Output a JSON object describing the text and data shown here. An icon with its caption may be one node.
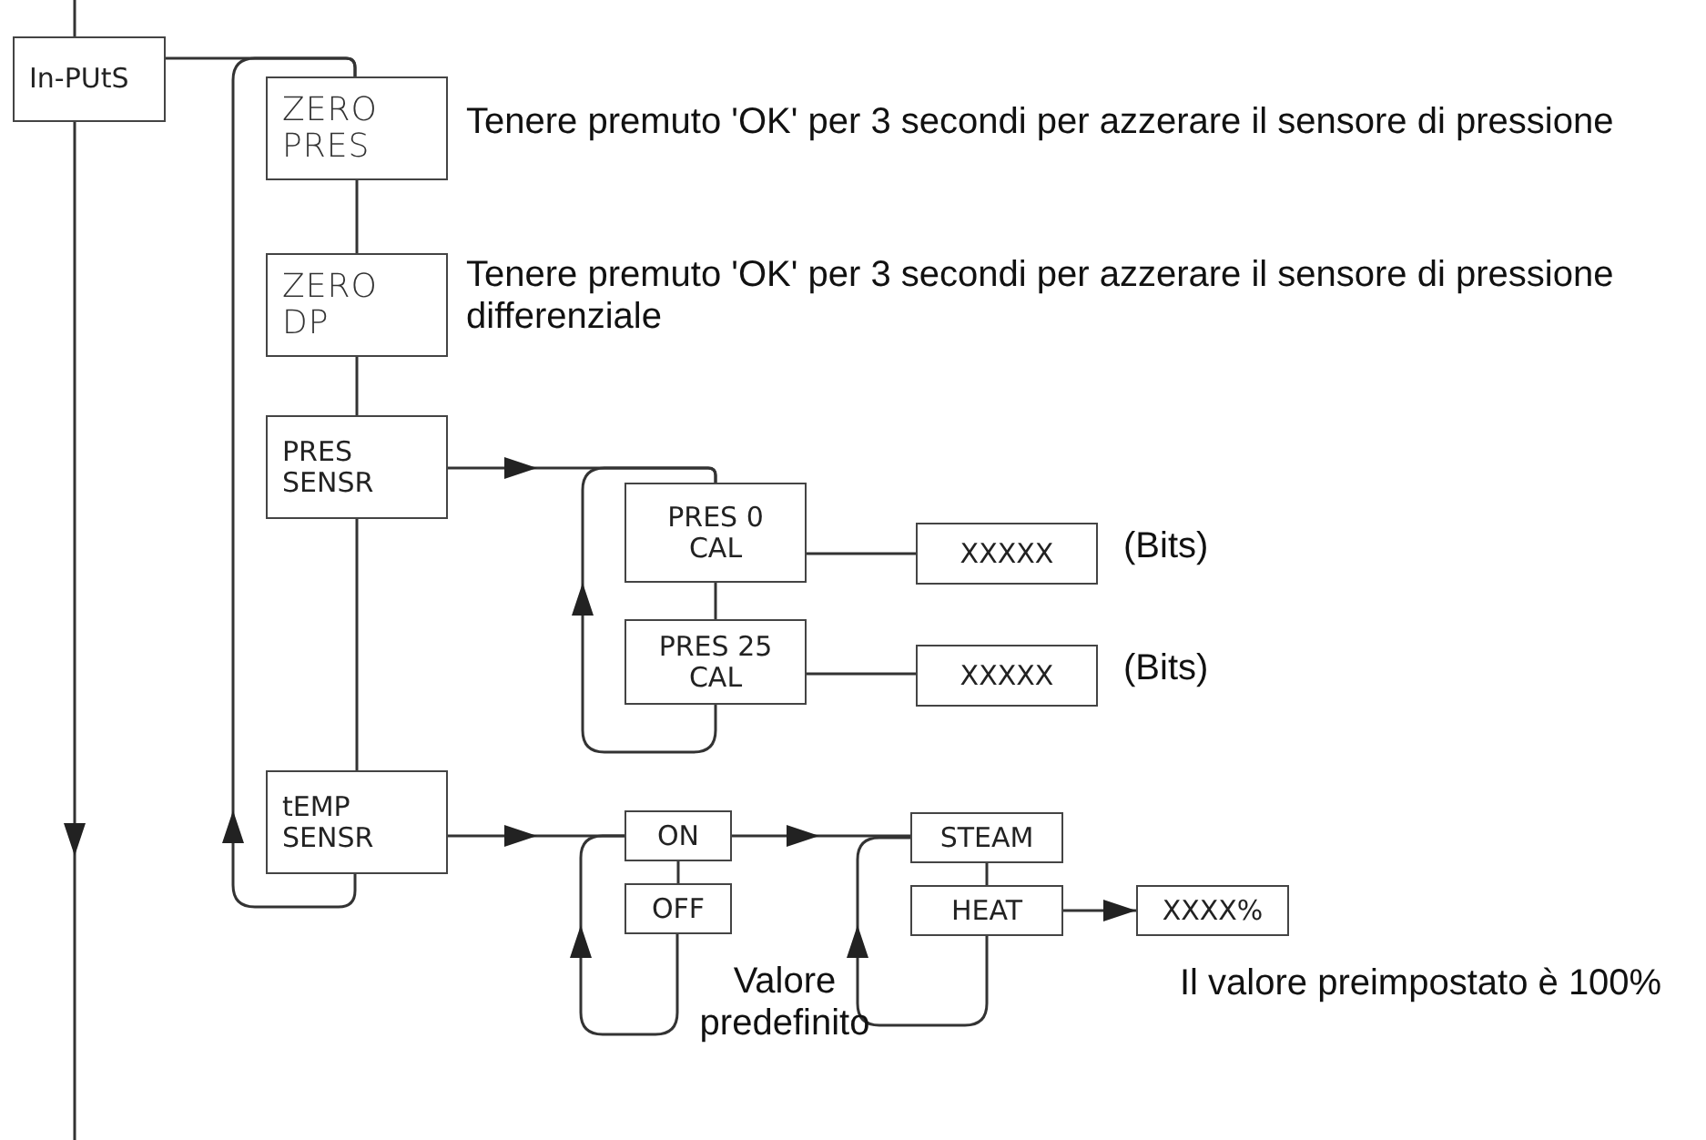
{
  "diagram": {
    "nodes": [
      {
        "text": [
          "In-PUtS"
        ]
      },
      {
        "text": [
          "ZERO PRES"
        ],
        "beside": [
          "Tenere premuto 'OK' per 3 secondi per azzerare il sensore di pressione"
        ]
      },
      {
        "text": [
          "ZERO DP"
        ],
        "beside": [
          "Tenere premuto 'OK' per 3 secondi per azzerare il sensore di pressione differenziale"
        ]
      },
      {
        "text": [
          "PRES SENSR"
        ]
      },
      {
        "text": [
          "PRES 0 CAL"
        ]
      },
      {
        "text": [
          "XXXXX"
        ],
        "beside": [
          "(Bits)"
        ]
      },
      {
        "text": [
          "PRES 25 CAL"
        ]
      },
      {
        "text": [
          "XXXXX"
        ],
        "beside": [
          "(Bits)"
        ]
      },
      {
        "text": [
          "tEMP SENSR"
        ]
      },
      {
        "text": [
          "ON"
        ]
      },
      {
        "text": [
          "OFF"
        ]
      },
      {
        "text": [
          "STEAM"
        ]
      },
      {
        "text": [
          "HEAT"
        ]
      },
      {
        "text": [
          "XXXX%"
        ]
      }
    ],
    "edges": [
      {
        "from": null,
        "to": 0,
        "arrow": "none"
      },
      {
        "from": 0,
        "to": null,
        "arrow": "to"
      },
      {
        "from": 0,
        "to": 1,
        "arrow": "none"
      },
      {
        "from": 1,
        "to": 2,
        "arrow": "none"
      },
      {
        "from": 2,
        "to": 3,
        "arrow": "none"
      },
      {
        "from": 3,
        "to": 8,
        "arrow": "none"
      },
      {
        "from": 8,
        "to": 1,
        "arrow": "to"
      },
      {
        "from": 3,
        "to": 4,
        "arrow": "to"
      },
      {
        "from": 4,
        "to": 5,
        "arrow": "none"
      },
      {
        "from": 4,
        "to": 6,
        "arrow": "none"
      },
      {
        "from": 6,
        "to": 7,
        "arrow": "none"
      },
      {
        "from": 6,
        "to": 4,
        "arrow": "to"
      },
      {
        "from": 8,
        "to": 9,
        "arrow": "to"
      },
      {
        "from": 9,
        "to": 10,
        "arrow": "none"
      },
      {
        "from": 10,
        "to": 9,
        "arrow": "to"
      },
      {
        "from": 9,
        "to": 11,
        "arrow": "to"
      },
      {
        "from": 11,
        "to": 12,
        "arrow": "none"
      },
      {
        "from": 12,
        "to": 11,
        "arrow": "to"
      },
      {
        "from": 12,
        "to": 13,
        "arrow": "to"
      }
    ],
    "labels": [
      "Valore predefinito",
      "Il valore preimpostato è 100%"
    ]
  }
}
